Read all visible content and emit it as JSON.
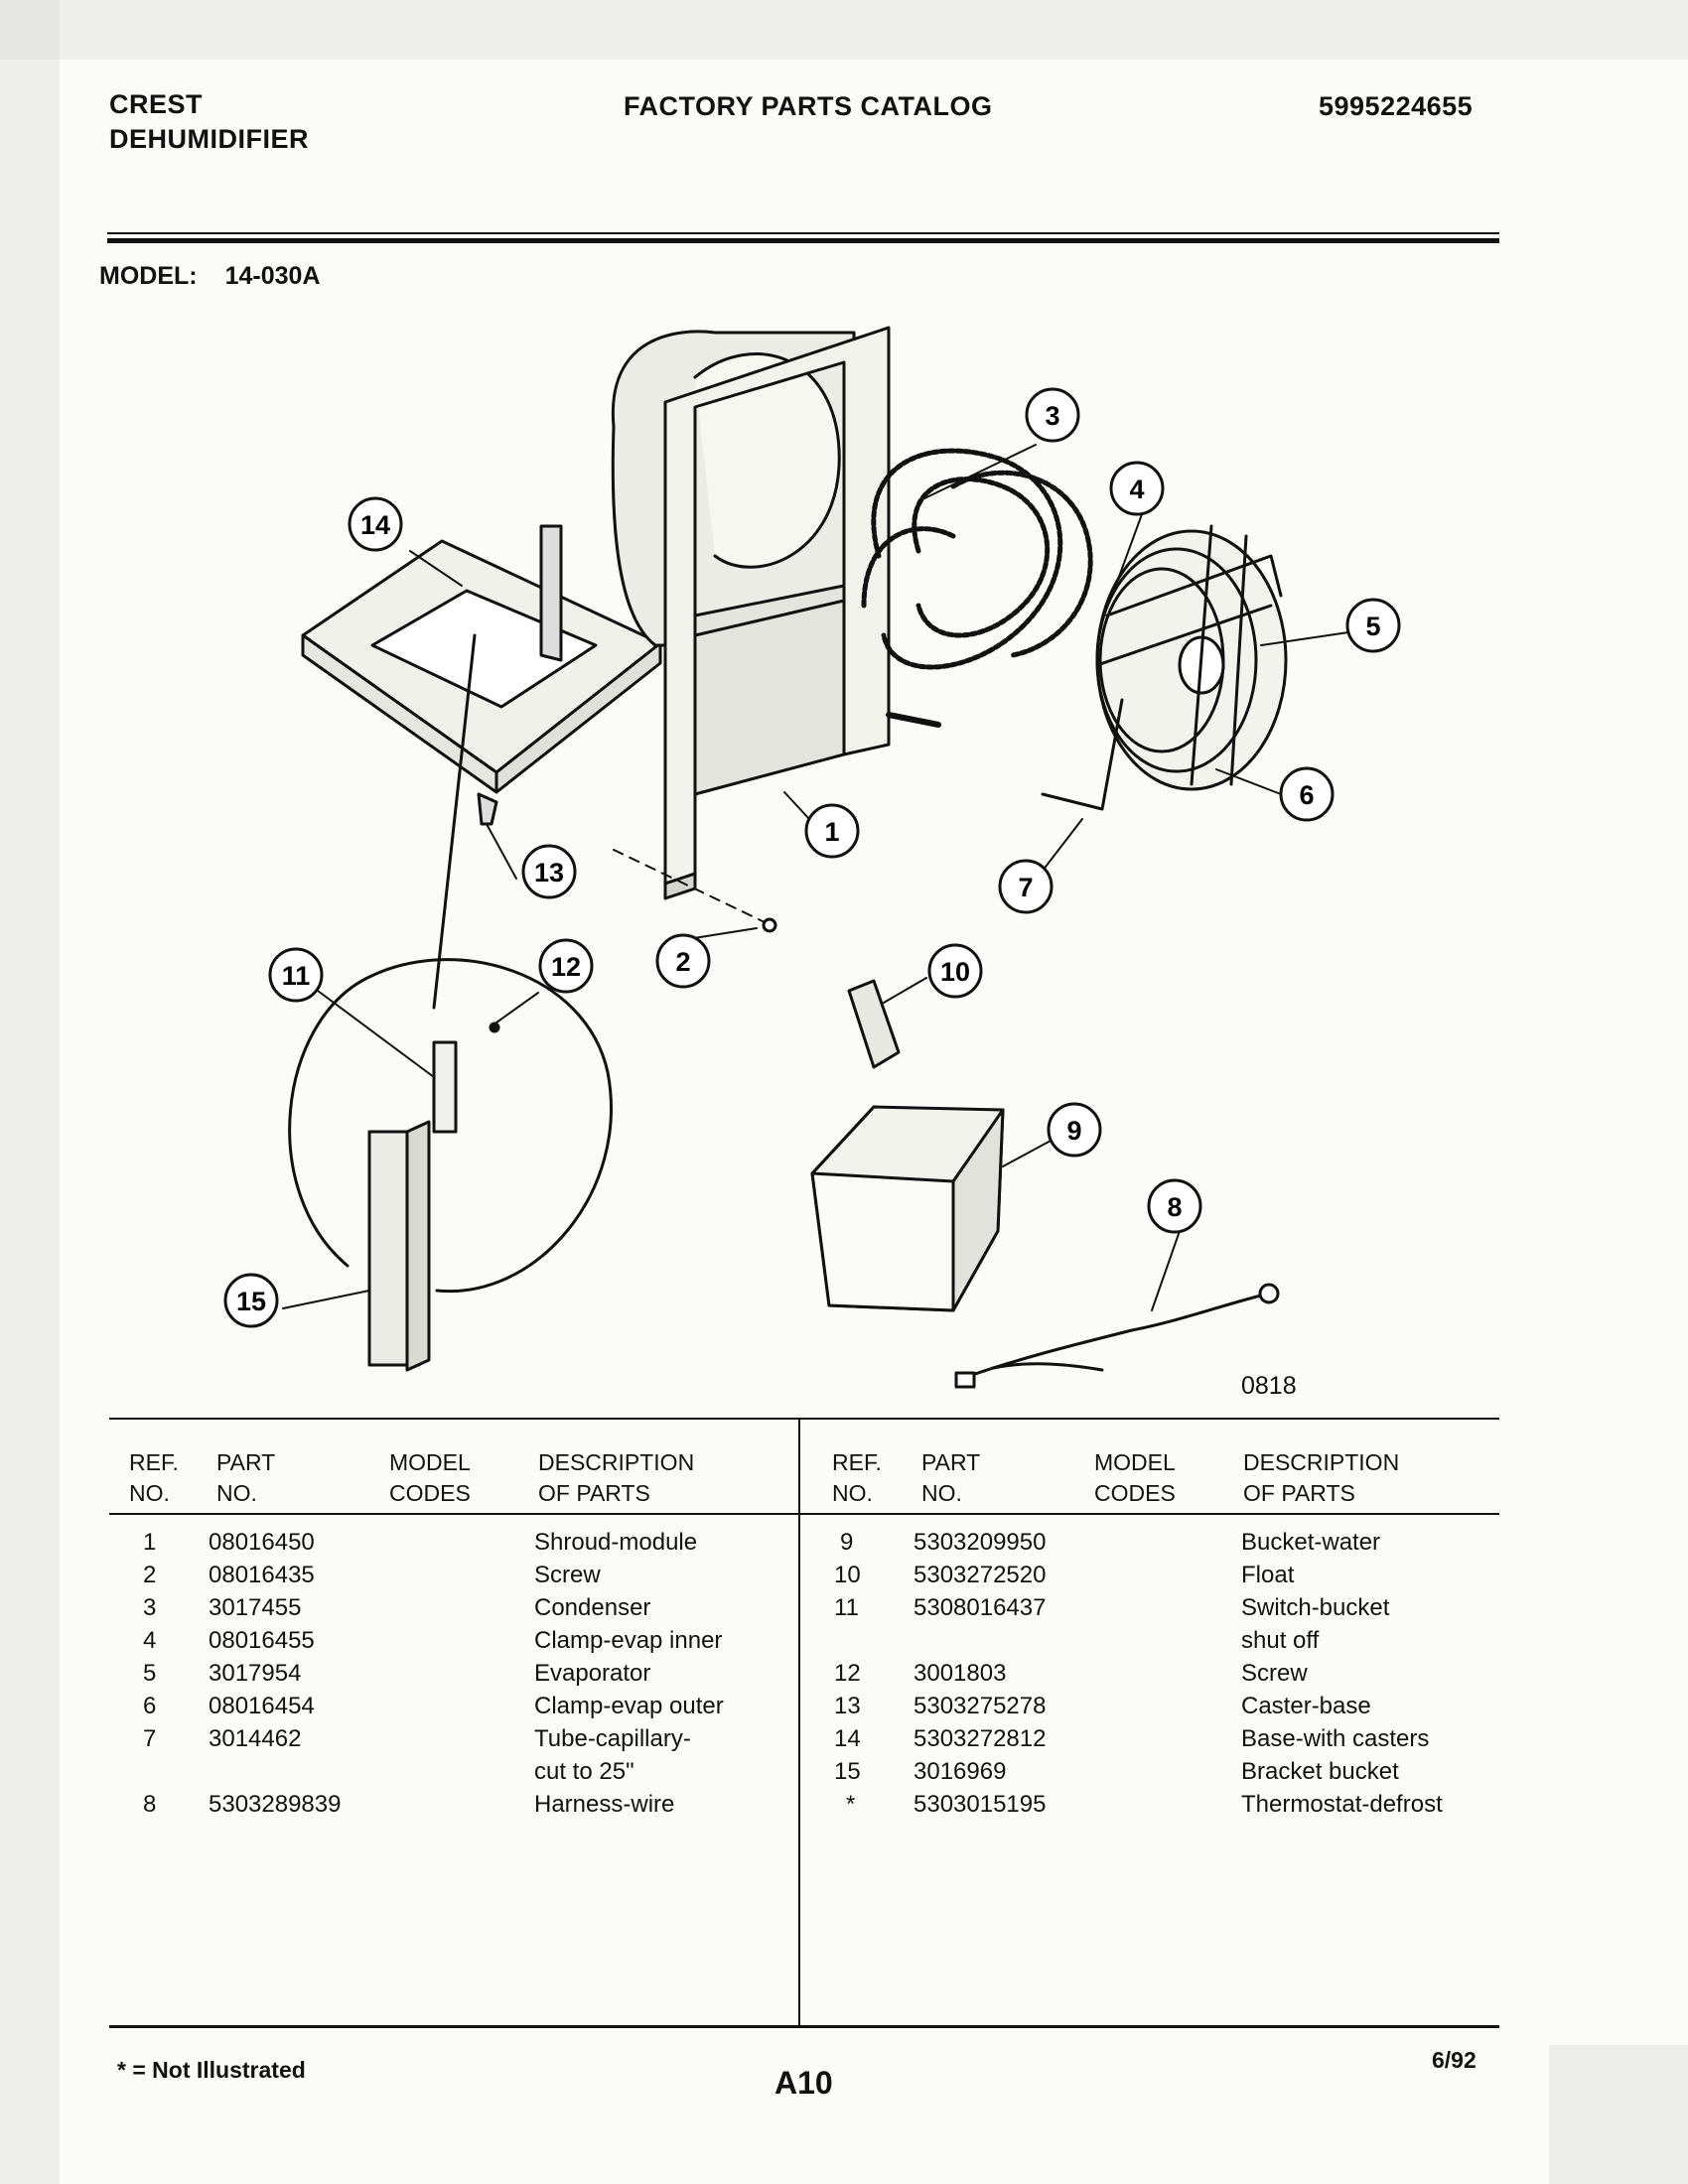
{
  "header": {
    "brand_line1": "CREST",
    "brand_line2": "DEHUMIDIFIER",
    "catalog_title": "FACTORY PARTS CATALOG",
    "catalog_number": "5995224655"
  },
  "model": {
    "label": "MODEL:",
    "value": "14-030A"
  },
  "diagram": {
    "code": "0818",
    "callouts": [
      "1",
      "2",
      "3",
      "4",
      "5",
      "6",
      "7",
      "8",
      "9",
      "10",
      "11",
      "12",
      "13",
      "14",
      "15"
    ]
  },
  "table": {
    "headers": {
      "ref": [
        "REF.",
        "NO."
      ],
      "part": [
        "PART",
        "NO."
      ],
      "model": [
        "MODEL",
        "CODES"
      ],
      "desc": [
        "DESCRIPTION",
        "OF PARTS"
      ]
    },
    "left": [
      {
        "ref": "1",
        "part": "08016450",
        "desc": "Shroud-module"
      },
      {
        "ref": "2",
        "part": "08016435",
        "desc": "Screw"
      },
      {
        "ref": "3",
        "part": "3017455",
        "desc": "Condenser"
      },
      {
        "ref": "4",
        "part": "08016455",
        "desc": "Clamp-evap inner"
      },
      {
        "ref": "5",
        "part": "3017954",
        "desc": "Evaporator"
      },
      {
        "ref": "6",
        "part": "08016454",
        "desc": "Clamp-evap outer"
      },
      {
        "ref": "7",
        "part": "3014462",
        "desc": "Tube-capillary-"
      },
      {
        "ref": "",
        "part": "",
        "desc": "cut to 25\""
      },
      {
        "ref": "8",
        "part": "5303289839",
        "desc": "Harness-wire"
      }
    ],
    "right": [
      {
        "ref": "9",
        "part": "5303209950",
        "desc": "Bucket-water"
      },
      {
        "ref": "10",
        "part": "5303272520",
        "desc": "Float"
      },
      {
        "ref": "11",
        "part": "5308016437",
        "desc": "Switch-bucket"
      },
      {
        "ref": "",
        "part": "",
        "desc": "shut off"
      },
      {
        "ref": "12",
        "part": "3001803",
        "desc": "Screw"
      },
      {
        "ref": "13",
        "part": "5303275278",
        "desc": "Caster-base"
      },
      {
        "ref": "14",
        "part": "5303272812",
        "desc": "Base-with casters"
      },
      {
        "ref": "15",
        "part": "3016969",
        "desc": "Bracket bucket"
      },
      {
        "ref": "*",
        "part": "5303015195",
        "desc": "Thermostat-defrost"
      }
    ]
  },
  "footer": {
    "note": "* = Not Illustrated",
    "page": "A10",
    "date": "6/92"
  }
}
